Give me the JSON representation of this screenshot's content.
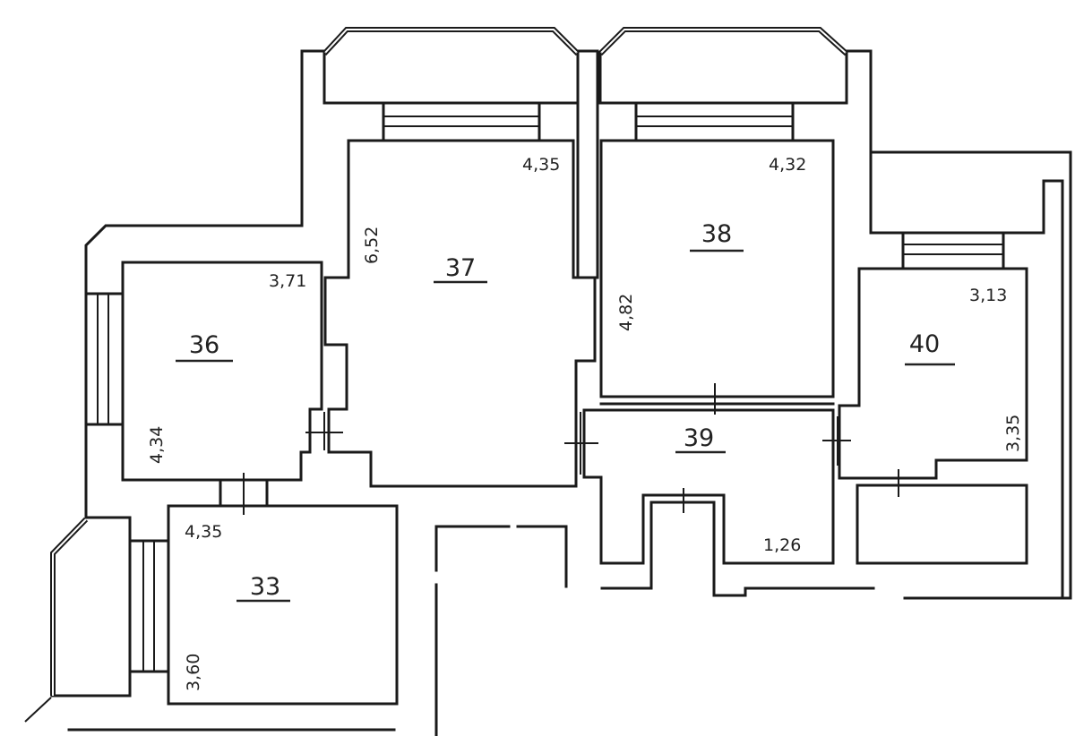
{
  "plan": {
    "type": "apartment floor plan",
    "line_color": "#1a1a1a",
    "background": "#ffffff"
  },
  "rooms": {
    "r33": {
      "number": "33",
      "width_label": "4,35",
      "height_label": "3,60"
    },
    "r36": {
      "number": "36",
      "width_label": "3,71",
      "height_label": "4,34"
    },
    "r37": {
      "number": "37",
      "width_label": "4,35",
      "height_label": "6,52"
    },
    "r38": {
      "number": "38",
      "width_label": "4,32",
      "height_label": "4,82"
    },
    "r39": {
      "number": "39",
      "width_label": "1,26"
    },
    "r40": {
      "number": "40",
      "width_label": "3,13",
      "height_label": "3,35"
    }
  }
}
